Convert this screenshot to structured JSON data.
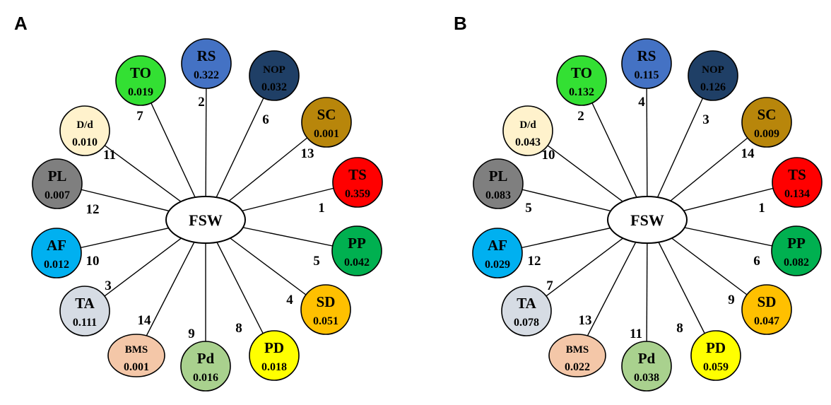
{
  "panels": [
    {
      "label": "A",
      "hub": "FSW",
      "nodes": [
        {
          "name": "RS",
          "value": "0.322",
          "rank": "2",
          "color": "#4472C4",
          "text_color": "#000000"
        },
        {
          "name": "NOP",
          "value": "0.032",
          "rank": "6",
          "color": "#1F3F66",
          "text_color": "#000000"
        },
        {
          "name": "SC",
          "value": "0.001",
          "rank": "13",
          "color": "#B8860B",
          "text_color": "#000000"
        },
        {
          "name": "TS",
          "value": "0.359",
          "rank": "1",
          "color": "#FF0000",
          "text_color": "#000000"
        },
        {
          "name": "PP",
          "value": "0.042",
          "rank": "5",
          "color": "#00B050",
          "text_color": "#000000"
        },
        {
          "name": "SD",
          "value": "0.051",
          "rank": "4",
          "color": "#FFC000",
          "text_color": "#000000"
        },
        {
          "name": "PD",
          "value": "0.018",
          "rank": "8",
          "color": "#FFFF00",
          "text_color": "#000000"
        },
        {
          "name": "Pd",
          "value": "0.016",
          "rank": "9",
          "color": "#A9D18E",
          "text_color": "#000000"
        },
        {
          "name": "BMS",
          "value": "0.001",
          "rank": "14",
          "color": "#F4C7A8",
          "text_color": "#000000"
        },
        {
          "name": "TA",
          "value": "0.111",
          "rank": "3",
          "color": "#D6DCE4",
          "text_color": "#000000"
        },
        {
          "name": "AF",
          "value": "0.012",
          "rank": "10",
          "color": "#00B0F0",
          "text_color": "#000000"
        },
        {
          "name": "PL",
          "value": "0.007",
          "rank": "12",
          "color": "#7F7F7F",
          "text_color": "#000000"
        },
        {
          "name": "D/d",
          "value": "0.010",
          "rank": "11",
          "color": "#FFF2CC",
          "text_color": "#000000"
        },
        {
          "name": "TO",
          "value": "0.019",
          "rank": "7",
          "color": "#33E033",
          "text_color": "#000000"
        }
      ]
    },
    {
      "label": "B",
      "hub": "FSW",
      "nodes": [
        {
          "name": "RS",
          "value": "0.115",
          "rank": "4",
          "color": "#4472C4",
          "text_color": "#000000"
        },
        {
          "name": "NOP",
          "value": "0.126",
          "rank": "3",
          "color": "#1F3F66",
          "text_color": "#000000"
        },
        {
          "name": "SC",
          "value": "0.009",
          "rank": "14",
          "color": "#B8860B",
          "text_color": "#000000"
        },
        {
          "name": "TS",
          "value": "0.134",
          "rank": "1",
          "color": "#FF0000",
          "text_color": "#000000"
        },
        {
          "name": "PP",
          "value": "0.082",
          "rank": "6",
          "color": "#00B050",
          "text_color": "#000000"
        },
        {
          "name": "SD",
          "value": "0.047",
          "rank": "9",
          "color": "#FFC000",
          "text_color": "#000000"
        },
        {
          "name": "PD",
          "value": "0.059",
          "rank": "8",
          "color": "#FFFF00",
          "text_color": "#000000"
        },
        {
          "name": "Pd",
          "value": "0.038",
          "rank": "11",
          "color": "#A9D18E",
          "text_color": "#000000"
        },
        {
          "name": "BMS",
          "value": "0.022",
          "rank": "13",
          "color": "#F4C7A8",
          "text_color": "#000000"
        },
        {
          "name": "TA",
          "value": "0.078",
          "rank": "7",
          "color": "#D6DCE4",
          "text_color": "#000000"
        },
        {
          "name": "AF",
          "value": "0.029",
          "rank": "12",
          "color": "#00B0F0",
          "text_color": "#000000"
        },
        {
          "name": "PL",
          "value": "0.083",
          "rank": "5",
          "color": "#7F7F7F",
          "text_color": "#000000"
        },
        {
          "name": "D/d",
          "value": "0.043",
          "rank": "10",
          "color": "#FFF2CC",
          "text_color": "#000000"
        },
        {
          "name": "TO",
          "value": "0.132",
          "rank": "2",
          "color": "#33E033",
          "text_color": "#000000"
        }
      ]
    }
  ]
}
